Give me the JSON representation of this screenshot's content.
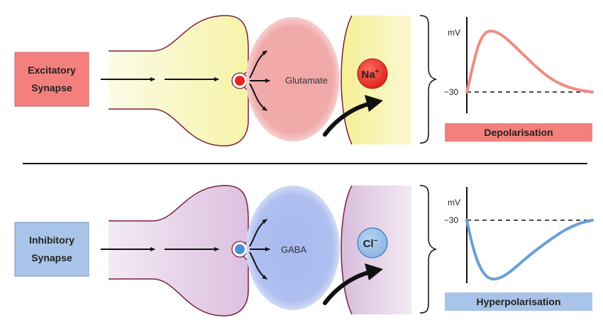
{
  "excitatory": {
    "label_line1": "Excitatory",
    "label_line2": "Synapse",
    "neurotransmitter": "Glutamate",
    "ion": "Na",
    "ion_charge": "+",
    "axis_unit": "mV",
    "threshold_label": "−30",
    "result_label": "Depolarisation",
    "box_color": "#f4807d",
    "terminal_color": "#f6f0a0",
    "vesicle_color": "#e8241a",
    "cloud_color": "#f0a9a8",
    "trace_color": "#f08b86"
  },
  "inhibitory": {
    "label_line1": "Inhibitory",
    "label_line2": "Synapse",
    "neurotransmitter": "GABA",
    "ion": "Cl",
    "ion_charge": "−",
    "axis_unit": "mV",
    "threshold_label": "−30",
    "result_label": "Hyperpolarisation",
    "box_color": "#a9c4e9",
    "terminal_color": "#dcc2e0",
    "vesicle_color": "#4a8fd0",
    "cloud_color": "#a8bcef",
    "trace_color": "#6a9fd8"
  }
}
